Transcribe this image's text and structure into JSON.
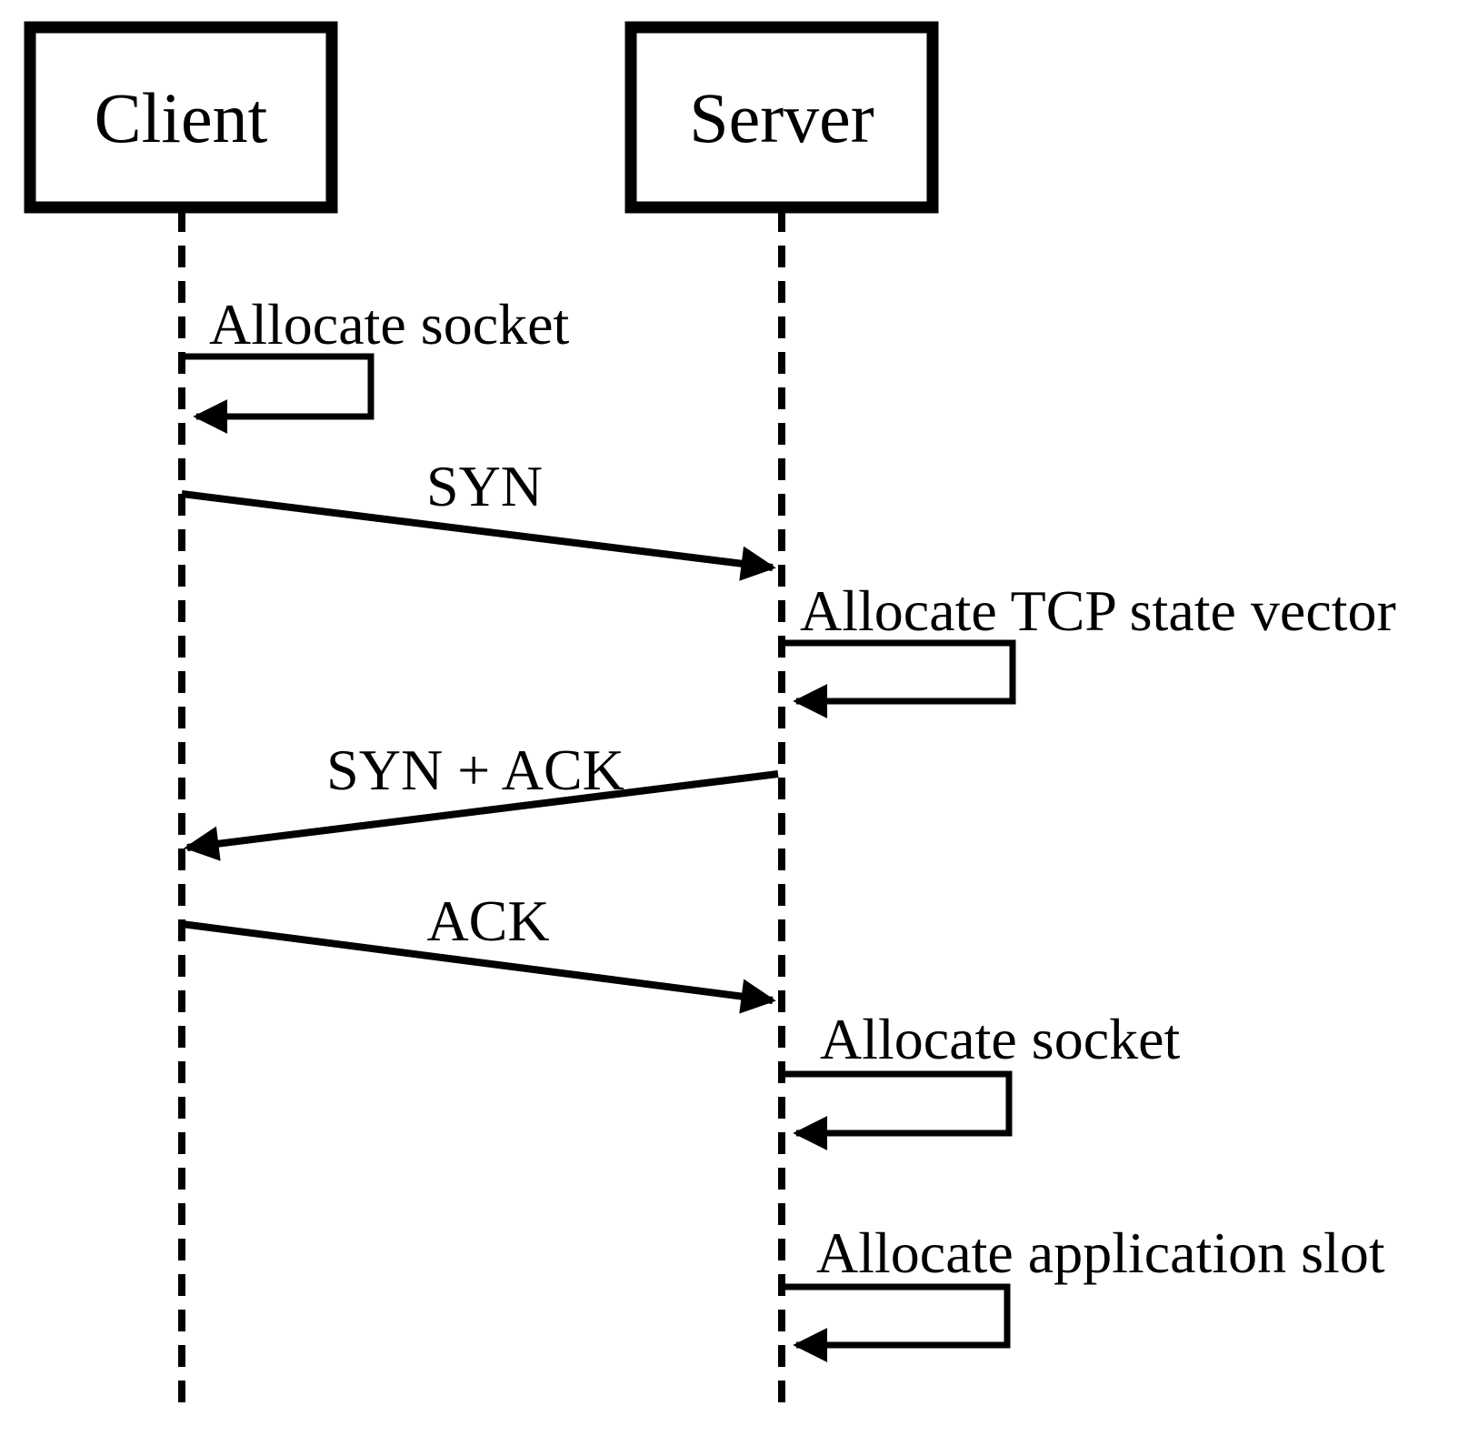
{
  "diagram": {
    "type": "sequence-diagram",
    "background": "#ffffff",
    "stroke_color": "#000000",
    "actors": {
      "client": {
        "label": "Client"
      },
      "server": {
        "label": "Server"
      }
    },
    "events": [
      {
        "kind": "self-call",
        "actor": "Client",
        "label": "Allocate socket"
      },
      {
        "kind": "message",
        "from": "Client",
        "to": "Server",
        "label": "SYN"
      },
      {
        "kind": "self-call",
        "actor": "Server",
        "label": "Allocate TCP state vector"
      },
      {
        "kind": "message",
        "from": "Server",
        "to": "Client",
        "label": "SYN + ACK"
      },
      {
        "kind": "message",
        "from": "Client",
        "to": "Server",
        "label": "ACK"
      },
      {
        "kind": "self-call",
        "actor": "Server",
        "label": "Allocate socket"
      },
      {
        "kind": "self-call",
        "actor": "Server",
        "label": "Allocate application slot"
      }
    ]
  }
}
